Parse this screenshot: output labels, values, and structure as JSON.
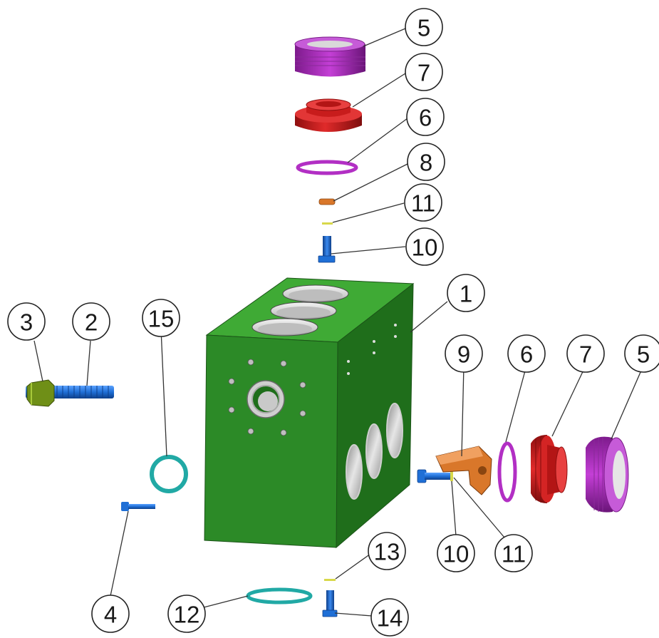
{
  "diagram": {
    "type": "exploded-assembly",
    "colors": {
      "block": "#2e8f2a",
      "blue_part": "#1f6fd6",
      "red_part": "#d61f1f",
      "purple_part": "#b22fc4",
      "orange_part": "#d9772a",
      "cyan_part": "#21a9a5"
    },
    "callouts": [
      {
        "id": "c5top",
        "number": "5"
      },
      {
        "id": "c7top",
        "number": "7"
      },
      {
        "id": "c6top",
        "number": "6"
      },
      {
        "id": "c8",
        "number": "8"
      },
      {
        "id": "c11top",
        "number": "11"
      },
      {
        "id": "c10top",
        "number": "10"
      },
      {
        "id": "c1",
        "number": "1"
      },
      {
        "id": "c3",
        "number": "3"
      },
      {
        "id": "c2",
        "number": "2"
      },
      {
        "id": "c15",
        "number": "15"
      },
      {
        "id": "c9",
        "number": "9"
      },
      {
        "id": "c6right",
        "number": "6"
      },
      {
        "id": "c7right",
        "number": "7"
      },
      {
        "id": "c5right",
        "number": "5"
      },
      {
        "id": "c13",
        "number": "13"
      },
      {
        "id": "c10bottom",
        "number": "10"
      },
      {
        "id": "c11bottom",
        "number": "11"
      },
      {
        "id": "c4",
        "number": "4"
      },
      {
        "id": "c12",
        "number": "12"
      },
      {
        "id": "c14",
        "number": "14"
      }
    ]
  }
}
